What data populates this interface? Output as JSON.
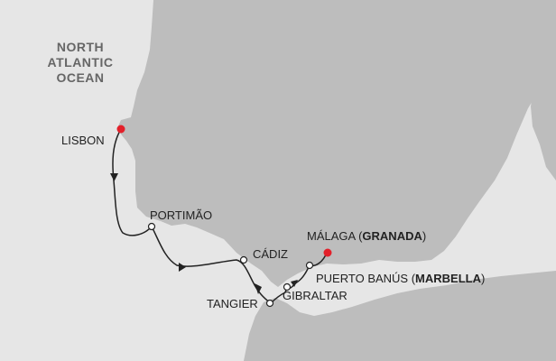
{
  "colors": {
    "sea": "#e6e6e6",
    "land": "#bdbdbd",
    "route": "#222222",
    "port_fill": "#ffffff",
    "start_end_fill": "#e3202a"
  },
  "ocean_label": [
    "NORTH",
    "ATLANTIC",
    "OCEAN"
  ],
  "ports": [
    {
      "id": "lisbon",
      "name": "LISBON",
      "extra": "",
      "marker": "start"
    },
    {
      "id": "portimao",
      "name": "PORTIMÃO",
      "extra": "",
      "marker": "stop"
    },
    {
      "id": "cadiz",
      "name": "CÁDIZ",
      "extra": "",
      "marker": "stop"
    },
    {
      "id": "tangier",
      "name": "TANGIER",
      "extra": "",
      "marker": "stop"
    },
    {
      "id": "gibraltar",
      "name": "GIBRALTAR",
      "extra": "",
      "marker": "stop"
    },
    {
      "id": "puerto-banus",
      "name": "PUERTO BANÚS (",
      "extra": "MARBELLA",
      "close": ")",
      "marker": "stop"
    },
    {
      "id": "malaga",
      "name": "MÁLAGA (",
      "extra": "GRANADA",
      "close": ")",
      "marker": "end"
    }
  ]
}
